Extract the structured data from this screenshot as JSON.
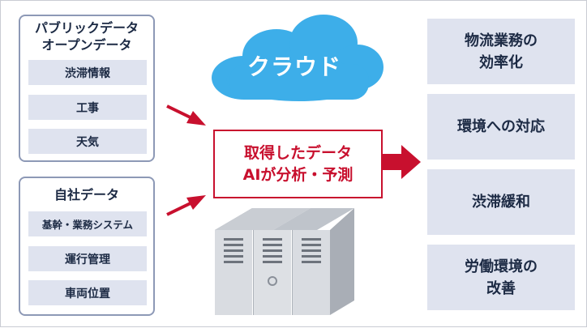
{
  "sources": {
    "public": {
      "title_line1": "パブリックデータ",
      "title_line2": "オープンデータ",
      "items": [
        "渋滞情報",
        "工事",
        "天気"
      ]
    },
    "company": {
      "title": "自社データ",
      "items": [
        "基幹・業務システム",
        "運行管理",
        "車両位置"
      ]
    }
  },
  "cloud": {
    "label": "クラウド",
    "icon": "cloud-icon",
    "color": "#3daee9"
  },
  "ai_box": {
    "line1": "取得したデータ",
    "line2": "AIが分析・予測",
    "color": "#c8102e"
  },
  "server": {
    "icon": "server-rack-icon"
  },
  "outcomes": [
    "物流業務の\n効率化",
    "環境への対応",
    "渋滞緩和",
    "労働環境の\n改善"
  ]
}
